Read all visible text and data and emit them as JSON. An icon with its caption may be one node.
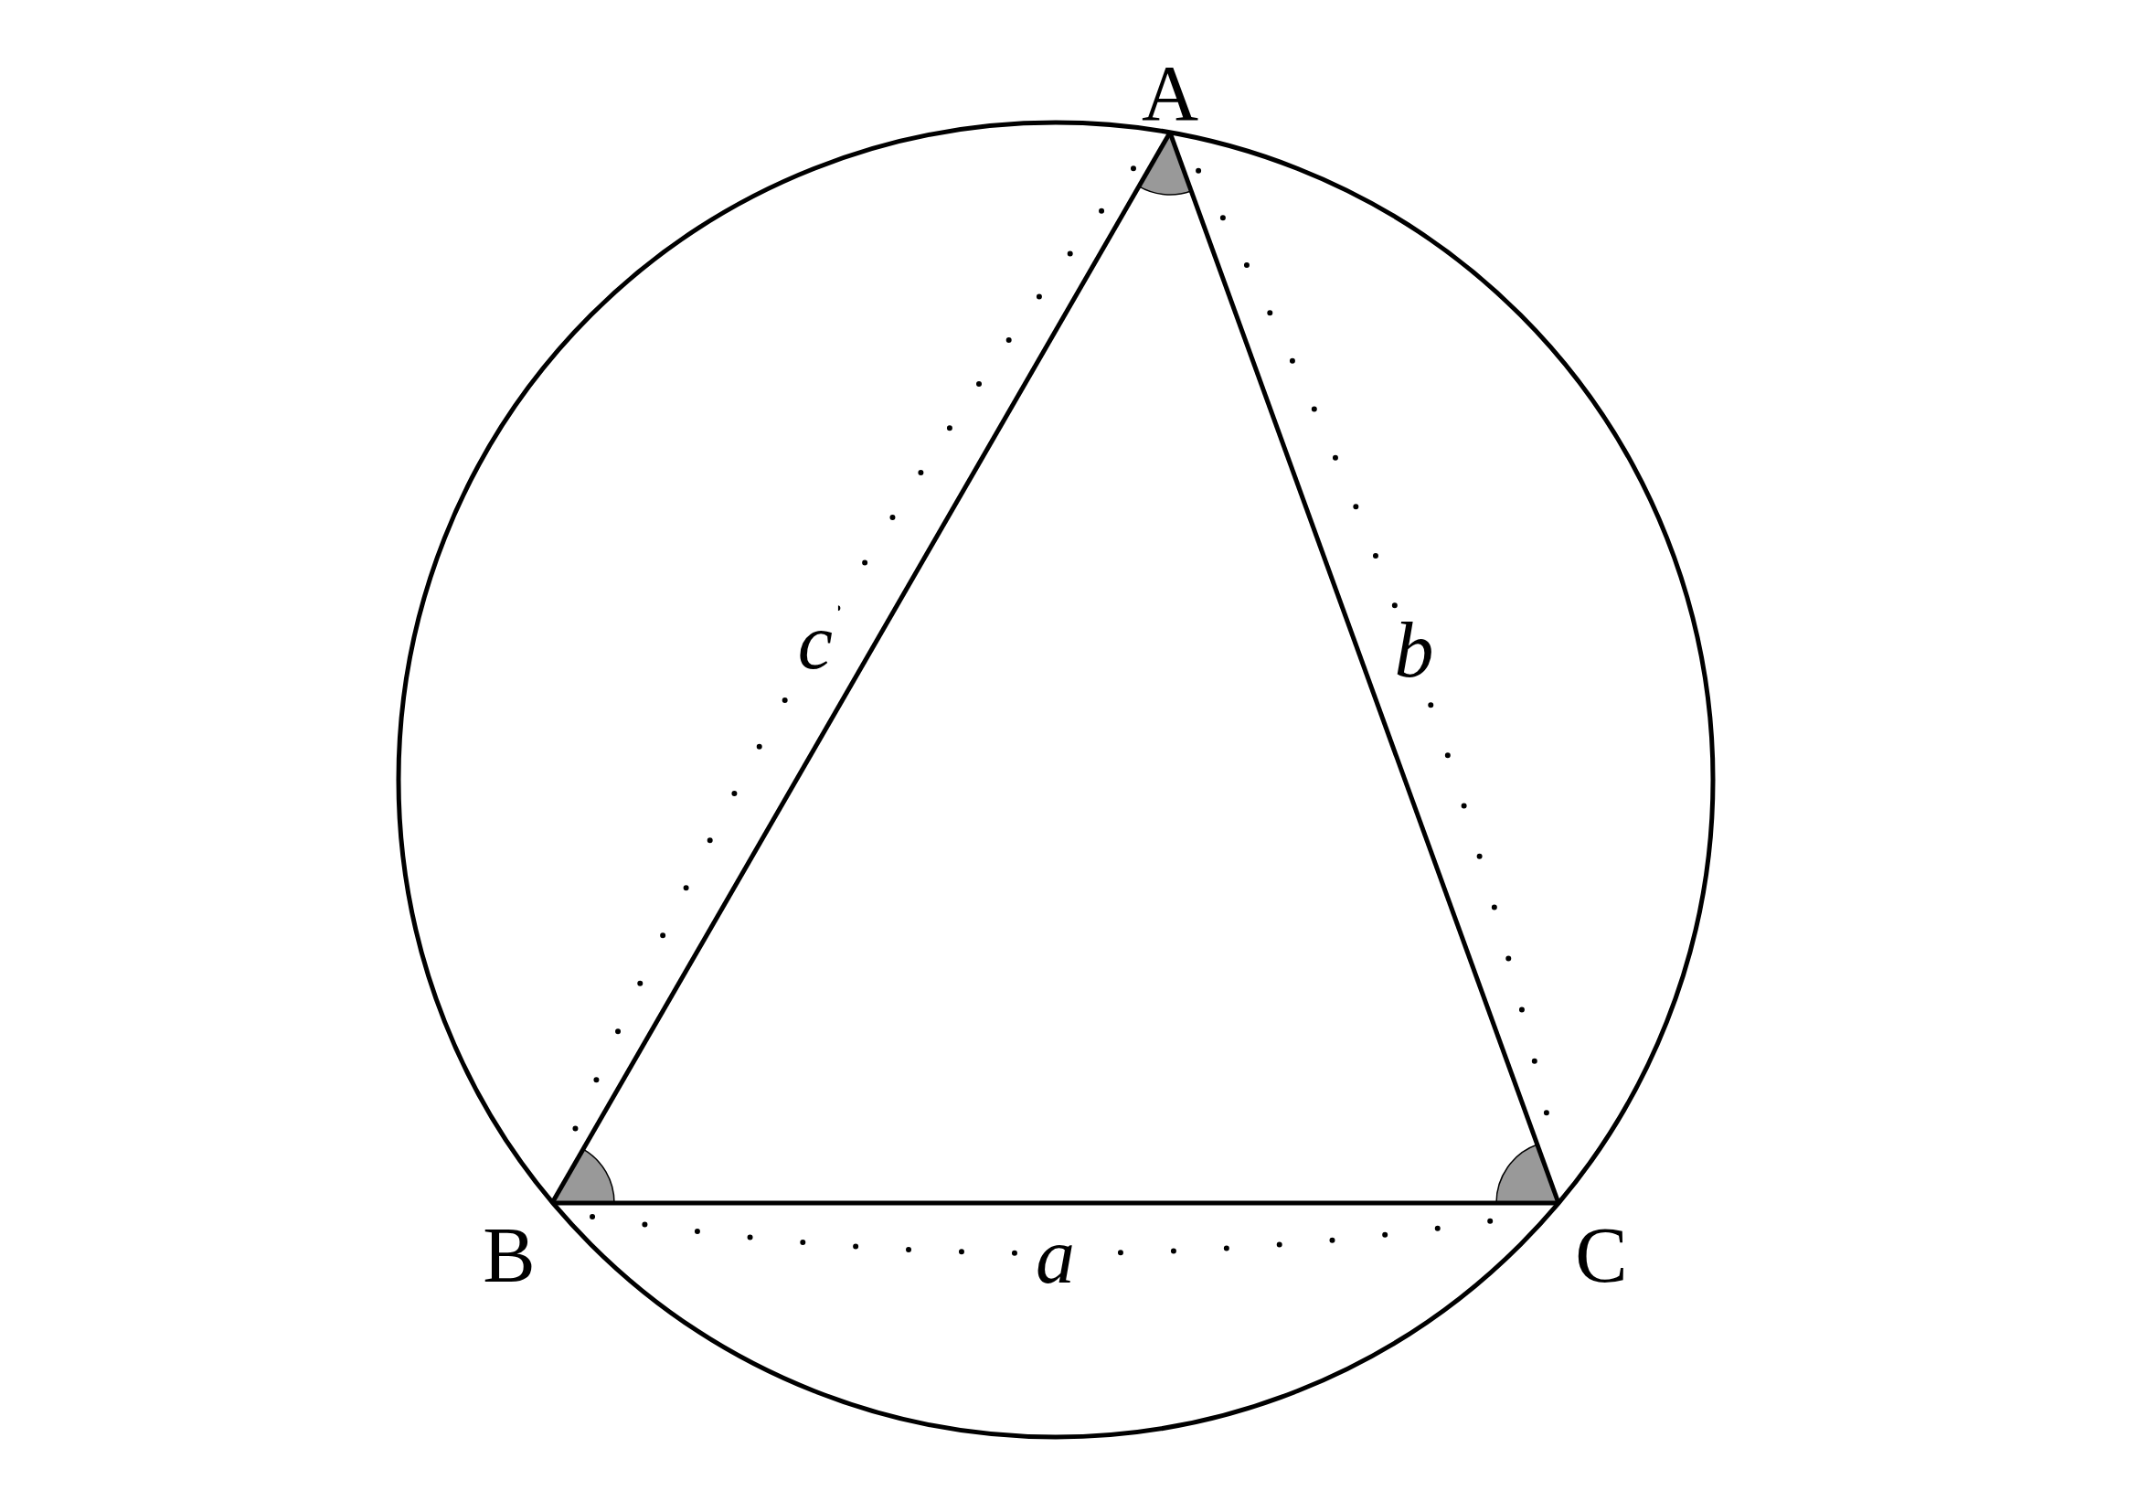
{
  "diagram": {
    "nodes": [
      {
        "text": [
          "A"
        ]
      },
      {
        "text": [
          "B"
        ]
      },
      {
        "text": [
          "C"
        ]
      }
    ],
    "edges": [
      {
        "from": 1,
        "to": 2,
        "arrow": "none",
        "label": "a"
      },
      {
        "from": 0,
        "to": 2,
        "arrow": "none",
        "label": "b"
      },
      {
        "from": 0,
        "to": 1,
        "arrow": "none",
        "label": "c"
      }
    ]
  }
}
